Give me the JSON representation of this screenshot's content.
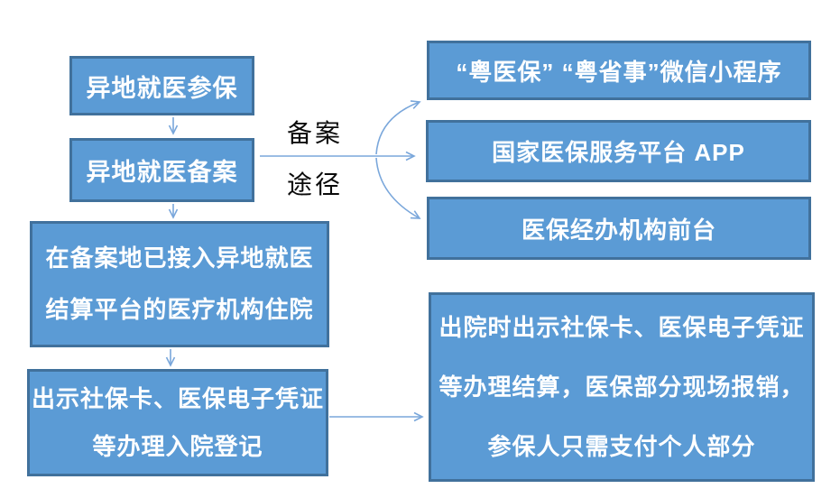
{
  "diagram": {
    "left_flow": {
      "box1": "异地就医参保",
      "box2": "异地就医备案",
      "box3": "在备案地已接入异地就医\n结算平台的医疗机构住院",
      "box4": "出示社保卡、医保电子凭证\n等办理入院登记"
    },
    "branch_label": {
      "line1": "备案",
      "line2": "途径"
    },
    "filing_channels": {
      "box1": "“粤医保” “粤省事”微信小程序",
      "box2": "国家医保服务平台 APP",
      "box3": "医保经办机构前台"
    },
    "result_box": "出院时出示社保卡、医保电子凭证\n等办理结算，医保部分现场报销，\n参保人只需支付个人部分",
    "colors": {
      "box_fill": "#5B9BD5",
      "box_border": "#41719C",
      "connector": "#7AA7DB",
      "box_text": "#FFFFFF",
      "label_text": "#0A0A0A"
    }
  }
}
